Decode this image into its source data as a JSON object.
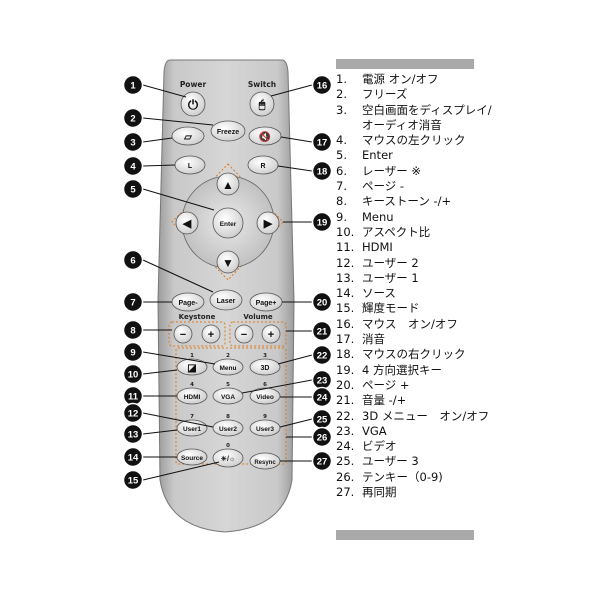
{
  "remote": {
    "power_label": "Power",
    "switch_label": "Switch",
    "keystone_label": "Keystone",
    "volume_label": "Volume",
    "buttons": {
      "power": "⏻",
      "switch": "🖱",
      "freeze": "Freeze",
      "blank": "▱",
      "mute": "🔇",
      "left_click": "L",
      "right_click": "R",
      "up": "▲",
      "down": "▼",
      "left": "◀",
      "right": "▶",
      "enter": "Enter",
      "laser": "Laser",
      "page_minus": "Page-",
      "page_plus": "Page+",
      "keystone_minus": "−",
      "keystone_plus": "+",
      "volume_minus": "−",
      "volume_plus": "+",
      "aspect": "◪",
      "menu": "Menu",
      "three_d": "3D",
      "hdmi": "HDMI",
      "vga": "VGA",
      "video": "Video",
      "user1": "User1",
      "user2": "User2",
      "user3": "User3",
      "source": "Source",
      "mode": "☀/☼",
      "resync": "Resync"
    },
    "digits": [
      "1",
      "2",
      "3",
      "4",
      "5",
      "6",
      "7",
      "8",
      "9",
      "0"
    ]
  },
  "callouts": [
    "1",
    "2",
    "3",
    "4",
    "5",
    "6",
    "7",
    "8",
    "9",
    "10",
    "11",
    "12",
    "13",
    "14",
    "15",
    "16",
    "17",
    "18",
    "19",
    "20",
    "21",
    "22",
    "23",
    "24",
    "25",
    "26",
    "27"
  ],
  "legend": [
    {
      "num": "1.",
      "text": "電源 オン/オフ"
    },
    {
      "num": "2.",
      "text": "フリーズ"
    },
    {
      "num": "3.",
      "text": "空白画面をディスプレイ/オーディオ消音"
    },
    {
      "num": "4.",
      "text": "マウスの左クリック"
    },
    {
      "num": "5.",
      "text": "Enter"
    },
    {
      "num": "6.",
      "text": "レーザー ※"
    },
    {
      "num": "7.",
      "text": "ページ -"
    },
    {
      "num": "8.",
      "text": "キーストーン -/+"
    },
    {
      "num": "9.",
      "text": "Menu"
    },
    {
      "num": "10.",
      "text": "アスペクト比"
    },
    {
      "num": "11.",
      "text": "HDMI"
    },
    {
      "num": "12.",
      "text": "ユーザー 2"
    },
    {
      "num": "13.",
      "text": "ユーザー 1"
    },
    {
      "num": "14.",
      "text": "ソース"
    },
    {
      "num": "15.",
      "text": "輝度モード"
    },
    {
      "num": "16.",
      "text": "マウス　オン/オフ"
    },
    {
      "num": "17.",
      "text": "消音"
    },
    {
      "num": "18.",
      "text": "マウスの右クリック"
    },
    {
      "num": "19.",
      "text": "4 方向選択キー"
    },
    {
      "num": "20.",
      "text": "ページ +"
    },
    {
      "num": "21.",
      "text": "音量 -/+"
    },
    {
      "num": "22.",
      "text": "3D メニュー　オン/オフ"
    },
    {
      "num": "23.",
      "text": "VGA"
    },
    {
      "num": "24.",
      "text": "ビデオ"
    },
    {
      "num": "25.",
      "text": "ユーザー 3"
    },
    {
      "num": "26.",
      "text": "テンキー（0-9)"
    },
    {
      "num": "27.",
      "text": "再同期"
    }
  ]
}
